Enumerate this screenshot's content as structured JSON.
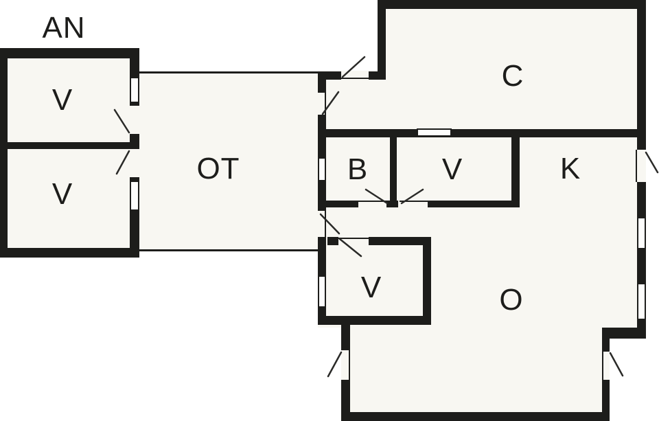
{
  "floor_plan": {
    "background_color": "#ffffff",
    "floor_color": "#f8f7f2",
    "wall_color": "#1d1d1b",
    "rooms": [
      {
        "id": "annex-title",
        "text": "AN"
      },
      {
        "id": "v-upper-left",
        "text": "V"
      },
      {
        "id": "v-lower-left",
        "text": "V"
      },
      {
        "id": "ot-corridor",
        "text": "OT"
      },
      {
        "id": "b-room",
        "text": "B"
      },
      {
        "id": "v-middle",
        "text": "V"
      },
      {
        "id": "k-room",
        "text": "K"
      },
      {
        "id": "c-room",
        "text": "C"
      },
      {
        "id": "v-lower",
        "text": "V"
      },
      {
        "id": "o-room",
        "text": "O"
      }
    ]
  }
}
